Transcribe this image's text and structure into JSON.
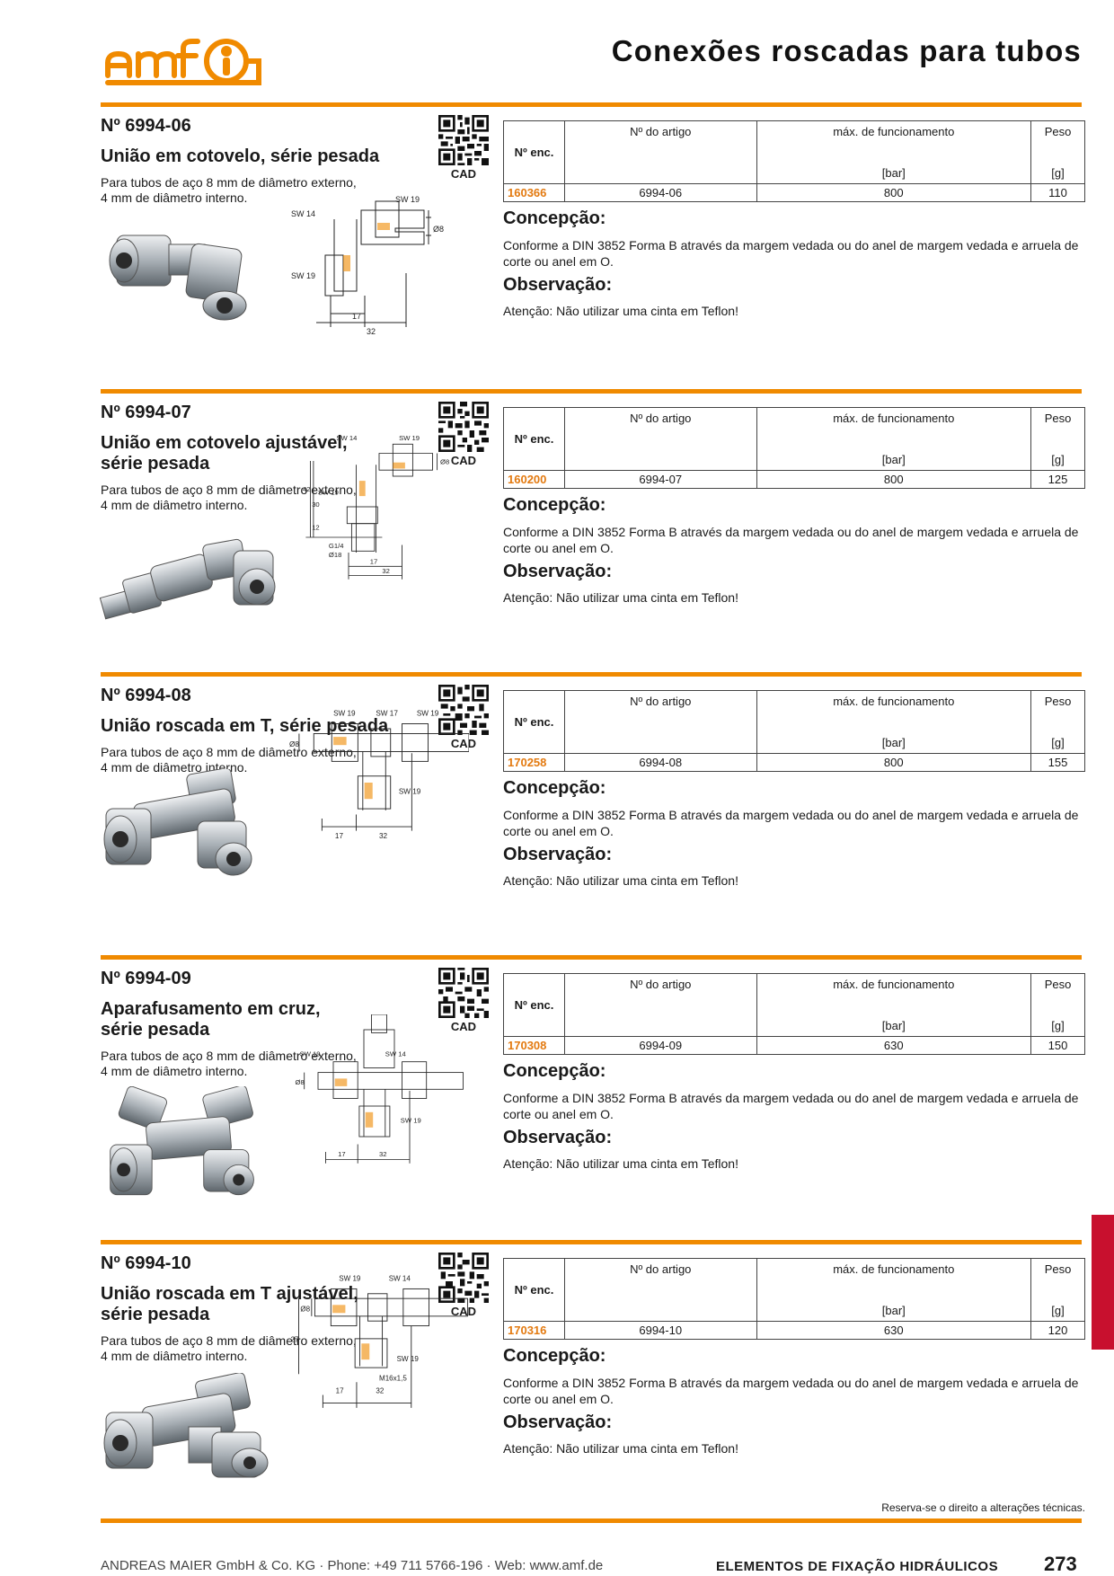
{
  "header": {
    "logo_text": "amf",
    "title": "Conexões roscadas para tubos"
  },
  "colors": {
    "accent": "#f08a00",
    "order_number": "#e37a10",
    "side_tab": "#c8102e",
    "text": "#1a1a1a"
  },
  "table_headers": {
    "order_no": "Nº enc.",
    "article_no": "Nº do artigo",
    "max_pressure": "máx. de funcionamento",
    "max_pressure_unit": "[bar]",
    "weight": "Peso",
    "weight_unit": "[g]"
  },
  "products": [
    {
      "number": "Nº 6994-06",
      "name": "União em cotovelo, série pesada",
      "desc_line1": "Para tubos de aço 8 mm de diâmetro externo,",
      "desc_line2": "4 mm de diâmetro interno.",
      "cad_label": "CAD",
      "row": {
        "order_no": "160366",
        "article_no": "6994-06",
        "pressure": "800",
        "weight": "110"
      },
      "concepcao_title": "Concepção:",
      "concepcao_text": "Conforme a DIN 3852 Forma B através da margem vedada ou do anel de margem vedada e arruela de corte ou anel em O.",
      "observacao_title": "Observação:",
      "observacao_text": "Atenção: Não utilizar uma cinta em Teflon!",
      "drawing_labels": {
        "sw_a": "SW 14",
        "sw_b": "SW 19",
        "sw_c": "SW 19",
        "dia": "Ø8",
        "dim_a": "17",
        "dim_b": "32"
      }
    },
    {
      "number": "Nº 6994-07",
      "name": "União em cotovelo ajustável, série pesada",
      "desc_line1": "Para tubos de aço 8 mm de diâmetro externo,",
      "desc_line2": "4 mm de diâmetro interno.",
      "cad_label": "CAD",
      "row": {
        "order_no": "160200",
        "article_no": "6994-07",
        "pressure": "800",
        "weight": "125"
      },
      "concepcao_title": "Concepção:",
      "concepcao_text": "Conforme a DIN 3852 Forma B através da margem vedada ou do anel de margem vedada e arruela de corte ou anel em O.",
      "observacao_title": "Observação:",
      "observacao_text": "Atenção: Não utilizar uma cinta em Teflon!",
      "drawing_labels": {
        "sw_a": "SW 14",
        "sw_b": "SW 19",
        "sw_c": "SW 19",
        "dia": "Ø8",
        "thread": "G1/4",
        "dia2": "Ø18",
        "v1": "42",
        "v2": "30",
        "v3": "12",
        "dim_a": "17",
        "dim_b": "32"
      }
    },
    {
      "number": "Nº 6994-08",
      "name": "União roscada em T, série pesada",
      "desc_line1": "Para tubos de aço 8 mm de diâmetro externo,",
      "desc_line2": "4 mm de diâmetro interno.",
      "cad_label": "CAD",
      "row": {
        "order_no": "170258",
        "article_no": "6994-08",
        "pressure": "800",
        "weight": "155"
      },
      "concepcao_title": "Concepção:",
      "concepcao_text": "Conforme a DIN 3852 Forma B através da margem vedada ou do anel de margem vedada e arruela de corte ou anel em O.",
      "observacao_title": "Observação:",
      "observacao_text": "Atenção: Não utilizar uma cinta em Teflon!",
      "drawing_labels": {
        "sw_a": "SW 19",
        "sw_b": "SW 17",
        "sw_c": "SW 19",
        "sw_d": "SW 19",
        "dia": "Ø8",
        "dim_a": "17",
        "dim_b": "32"
      }
    },
    {
      "number": "Nº 6994-09",
      "name": "Aparafusamento em cruz, série pesada",
      "desc_line1": "Para tubos de aço 8 mm de diâmetro externo,",
      "desc_line2": "4 mm de diâmetro interno.",
      "cad_label": "CAD",
      "row": {
        "order_no": "170308",
        "article_no": "6994-09",
        "pressure": "630",
        "weight": "150"
      },
      "concepcao_title": "Concepção:",
      "concepcao_text": "Conforme a DIN 3852 Forma B através da margem vedada ou do anel de margem vedada e arruela de corte ou anel em O.",
      "observacao_title": "Observação:",
      "observacao_text": "Atenção: Não utilizar uma cinta em Teflon!",
      "drawing_labels": {
        "sw_a": "SW 19",
        "sw_b": "SW 14",
        "sw_c": "SW 19",
        "dia": "Ø8",
        "dim_a": "17",
        "dim_b": "32"
      }
    },
    {
      "number": "Nº 6994-10",
      "name": "União roscada em T ajustável, série pesada",
      "desc_line1": "Para tubos de aço 8 mm de diâmetro externo,",
      "desc_line2": "4 mm de diâmetro interno.",
      "cad_label": "CAD",
      "row": {
        "order_no": "170316",
        "article_no": "6994-10",
        "pressure": "630",
        "weight": "120"
      },
      "concepcao_title": "Concepção:",
      "concepcao_text": "Conforme a DIN 3852 Forma B através da margem vedada ou do anel de margem vedada e arruela de corte ou anel em O.",
      "observacao_title": "Observação:",
      "observacao_text": "Atenção: Não utilizar uma cinta em Teflon!",
      "drawing_labels": {
        "sw_a": "SW 19",
        "sw_b": "SW 14",
        "sw_c": "SW 19",
        "dia": "Ø8",
        "v1": "27",
        "thread": "M16x1,5",
        "dim_a": "17",
        "dim_b": "32"
      }
    }
  ],
  "footer": {
    "disclaimer": "Reserva-se o direito a alterações técnicas.",
    "company": "ANDREAS MAIER GmbH & Co. KG · Phone: +49 711 5766-196 · Web: www.amf.de",
    "category": "ELEMENTOS DE FIXAÇÃO HIDRÁULICOS",
    "page_number": "273"
  }
}
